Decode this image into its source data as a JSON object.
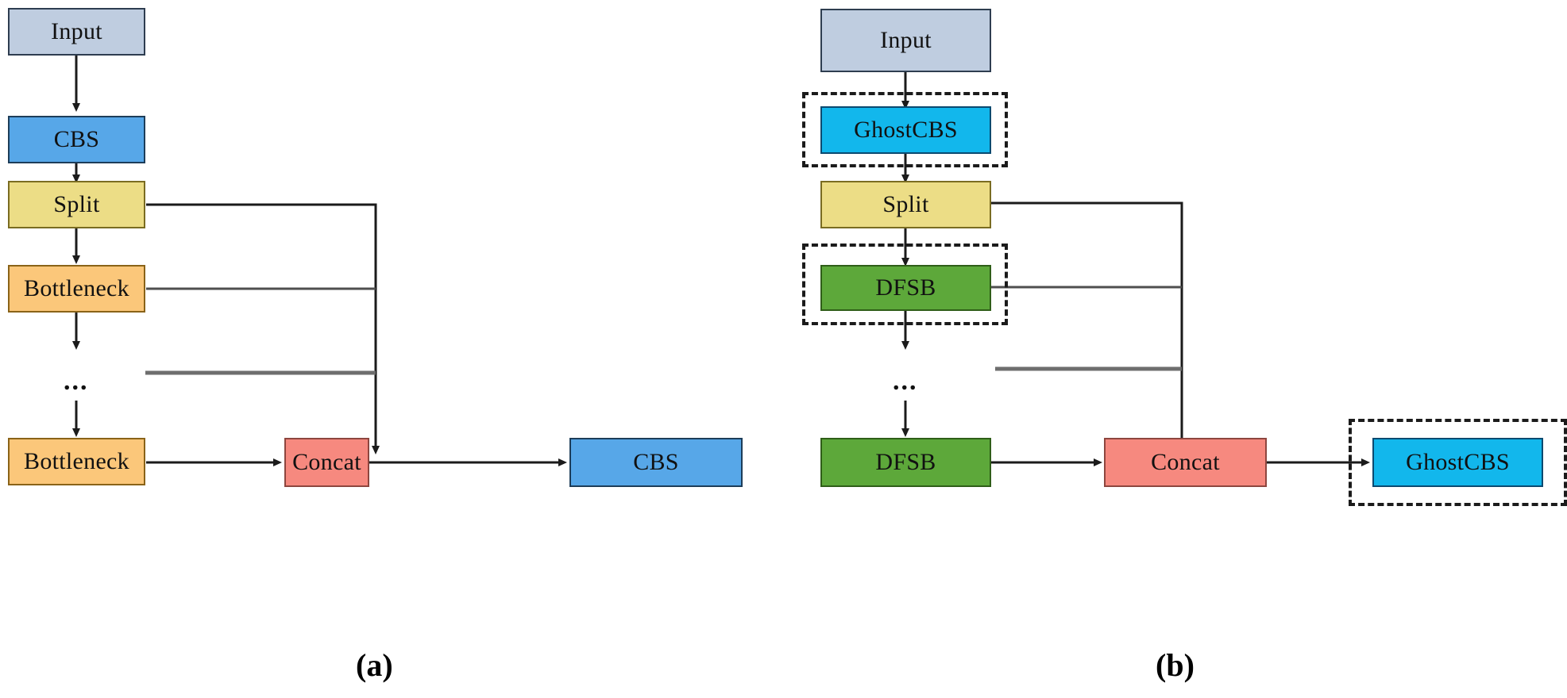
{
  "figure": {
    "background_color": "#ffffff",
    "panels": [
      {
        "id": "a",
        "caption": "(a)",
        "nodes": [
          {
            "key": "input",
            "label": "Input",
            "type": "input"
          },
          {
            "key": "cbs_top",
            "label": "CBS",
            "type": "cbs"
          },
          {
            "key": "split",
            "label": "Split",
            "type": "split"
          },
          {
            "key": "bneck_1",
            "label": "Bottleneck",
            "type": "bneck"
          },
          {
            "key": "ellipsis",
            "label": "...",
            "type": "text"
          },
          {
            "key": "bneck_n",
            "label": "Bottleneck",
            "type": "bneck"
          },
          {
            "key": "concat",
            "label": "Concat",
            "type": "concat"
          },
          {
            "key": "cbs_out",
            "label": "CBS",
            "type": "cbs"
          }
        ]
      },
      {
        "id": "b",
        "caption": "(b)",
        "nodes": [
          {
            "key": "input",
            "label": "Input",
            "type": "input"
          },
          {
            "key": "ghostcbs_top",
            "label": "GhostCBS",
            "type": "ghost"
          },
          {
            "key": "split",
            "label": "Split",
            "type": "split"
          },
          {
            "key": "dfsb_1",
            "label": "DFSB",
            "type": "dfsb"
          },
          {
            "key": "ellipsis",
            "label": "...",
            "type": "text"
          },
          {
            "key": "dfsb_n",
            "label": "DFSB",
            "type": "dfsb"
          },
          {
            "key": "concat",
            "label": "Concat",
            "type": "concat"
          },
          {
            "key": "ghostcbs_out",
            "label": "GhostCBS",
            "type": "ghost"
          }
        ]
      }
    ],
    "colors": {
      "input_fill": "#bfcde0",
      "cbs_fill": "#57a7e8",
      "ghostcbs_fill": "#12b7ec",
      "split_fill": "#ecdd86",
      "bottleneck_fill": "#fbc77a",
      "dfsb_fill": "#5da83a",
      "concat_fill": "#f6897f",
      "edge_stroke": "#1b1b1b",
      "dashed_highlight": "#1b1b1b"
    }
  }
}
